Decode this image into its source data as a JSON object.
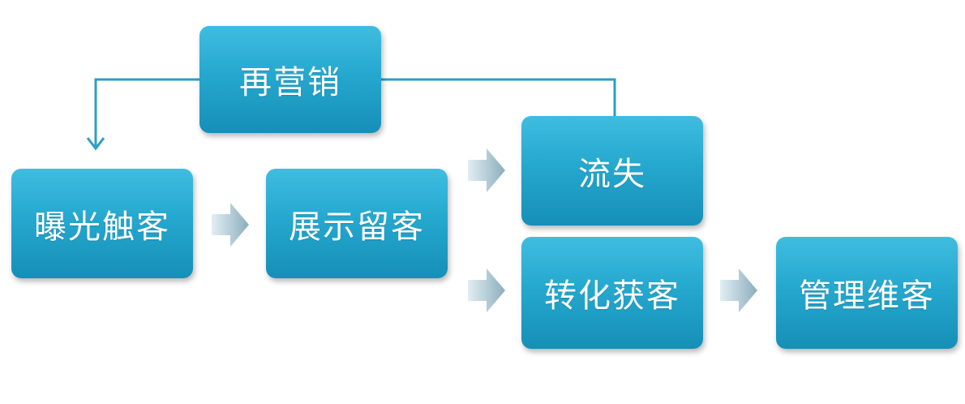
{
  "nodes": {
    "remarketing": "再营销",
    "exposure": "曝光触客",
    "display": "展示留客",
    "churn": "流失",
    "conversion": "转化获客",
    "management": "管理维客"
  },
  "colors": {
    "box_top": "#3fbde0",
    "box_bottom": "#168fb8",
    "connector": "#2b9fc4",
    "arrow_light": "#d9e8ee",
    "arrow_dark": "#8fb0c0"
  }
}
